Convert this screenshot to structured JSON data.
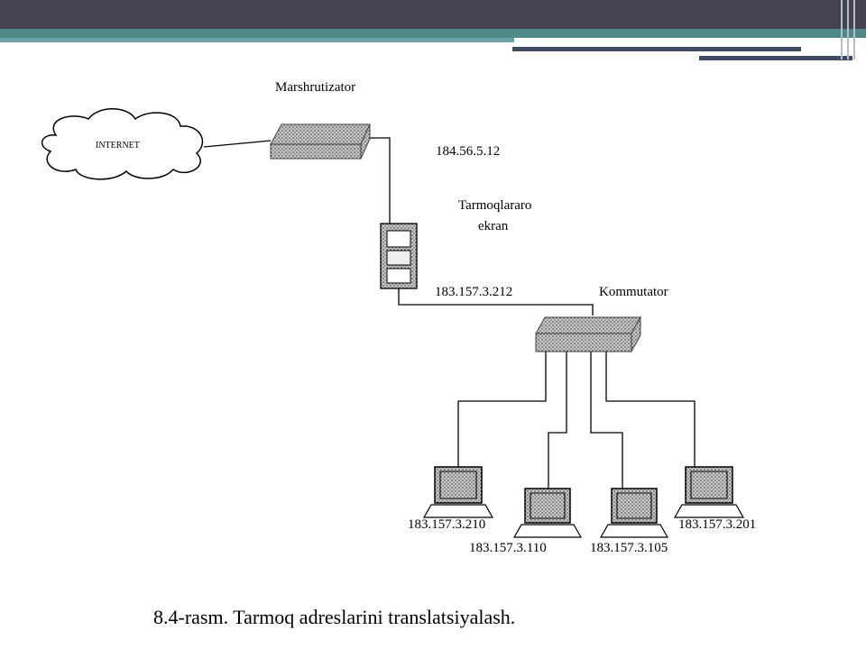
{
  "diagram": {
    "cloud_label": "INTERNET",
    "router_label": "Marshrutizator",
    "router_ip": "184.56.5.12",
    "firewall_label_line1": "Tarmoqlararo",
    "firewall_label_line2": "ekran",
    "firewall_ip": "183.157.3.212",
    "switch_label": "Kommutator",
    "pc1_ip": "183.157.3.210",
    "pc2_ip": "183.157.3.110",
    "pc3_ip": "183.157.3.105",
    "pc4_ip": "183.157.3.201"
  },
  "caption": "8.4-rasm. Tarmoq adreslarini translatsiyalash.",
  "colors": {
    "header": "#42434f",
    "accent_teal": "#4f8a8a",
    "accent_navy": "#3f4a66"
  }
}
